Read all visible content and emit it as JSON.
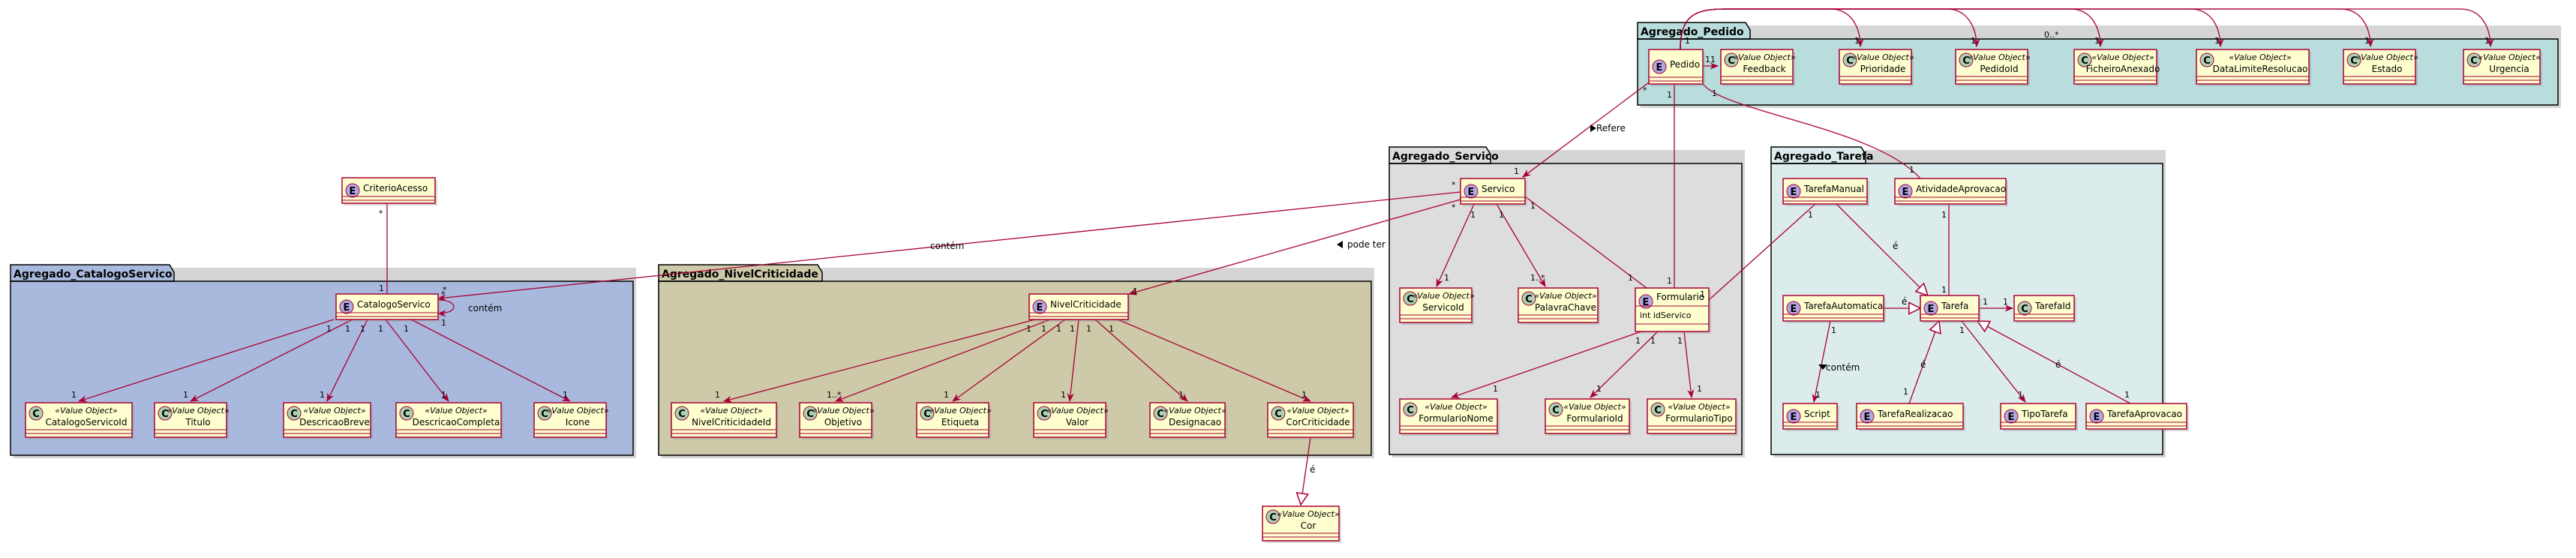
{
  "packages": {
    "pedido": "Agregado_Pedido",
    "servico": "Agregado_Servico",
    "tarefa": "Agregado_Tarefa",
    "catalogo": "Agregado_CatalogoServico",
    "nivel": "Agregado_NivelCriticidade"
  },
  "stereotype": "«Value Object»",
  "colors": {
    "pedido_bg": "#b9dcdc",
    "servico_bg": "#dddddd",
    "tarefa_bg": "#dcecec",
    "catalogo_bg": "#a9b9dd",
    "nivel_bg": "#cdc9a9",
    "class_fill": "#fefece",
    "class_border": "#a80036",
    "entity_icon": "#b4a7e5",
    "vo_icon": "#add1b2",
    "link": "#a80036"
  },
  "classes": {
    "pedido": "Pedido",
    "feedback": "Feedback",
    "prioridade": "Prioridade",
    "pedidoid": "PedidoId",
    "ficheiroanexado": "FicheiroAnexado",
    "datalimite": "DataLimiteResolucao",
    "estado": "Estado",
    "urgencia": "Urgencia",
    "servico": "Servico",
    "servicoid": "ServicoId",
    "palavrachave": "PalavraChave",
    "formulario": "Formulario",
    "formulario_attr": "int idServico",
    "formularionome": "FormularioNome",
    "formularioid": "FormularioId",
    "formulariotipo": "FormularioTipo",
    "tarefamanual": "TarefaManual",
    "atividadeaprovacao": "AtividadeAprovacao",
    "tarefaautomatica": "TarefaAutomatica",
    "tarefa": "Tarefa",
    "tarefaid": "TarefaId",
    "script": "Script",
    "tarefarealizacao": "TarefaRealizacao",
    "tipotarefa": "TipoTarefa",
    "tarefaaprovacao": "TarefaAprovacao",
    "criterioacesso": "CriterioAcesso",
    "catalogoservico": "CatalogoServico",
    "catalogoservicoid": "CatalogoServicoId",
    "titulo": "Titulo",
    "descricaobreve": "DescricaoBreve",
    "descricaocompleta": "DescricaoCompleta",
    "icone": "Icone",
    "nivelcriticidade": "NivelCriticidade",
    "nivelcriticidadeid": "NivelCriticidadeId",
    "objetivo": "Objetivo",
    "etiqueta": "Etiqueta",
    "valor": "Valor",
    "designacao": "Designacao",
    "corcriticidade": "CorCriticidade",
    "cor": "Cor"
  },
  "labels": {
    "refere": "Refere",
    "pode_ter": "pode ter",
    "contem": "contém",
    "contem_self": "contém",
    "e": "é"
  },
  "mult": {
    "one": "1",
    "star": "*",
    "one_star": "1..*",
    "zero_star": "0..*"
  }
}
